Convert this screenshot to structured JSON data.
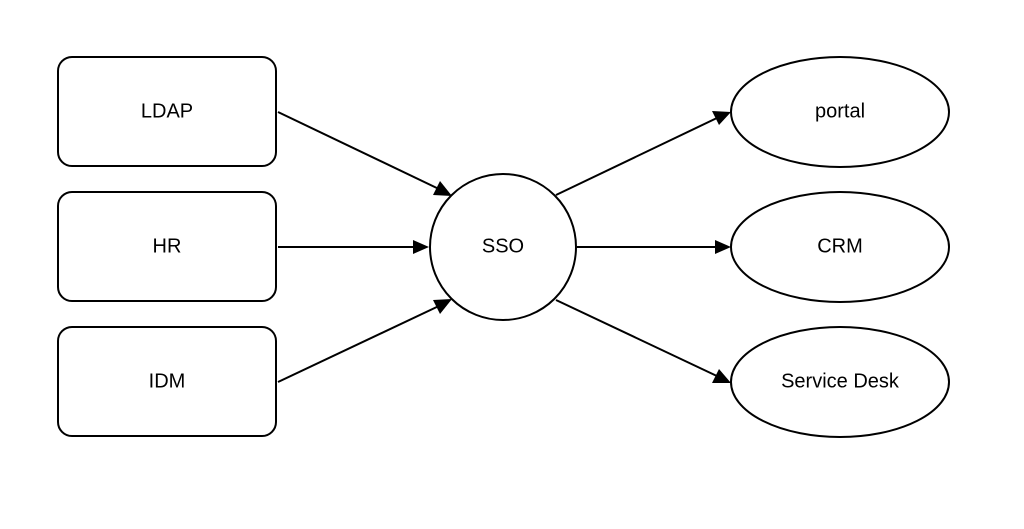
{
  "diagram": {
    "sources": [
      {
        "id": "ldap",
        "label": "LDAP"
      },
      {
        "id": "hr",
        "label": "HR"
      },
      {
        "id": "idm",
        "label": "IDM"
      }
    ],
    "hub": {
      "id": "sso",
      "label": "SSO"
    },
    "targets": [
      {
        "id": "portal",
        "label": "portal"
      },
      {
        "id": "crm",
        "label": "CRM"
      },
      {
        "id": "service-desk",
        "label": "Service Desk"
      }
    ],
    "edges": [
      {
        "from": "ldap",
        "to": "sso"
      },
      {
        "from": "hr",
        "to": "sso"
      },
      {
        "from": "idm",
        "to": "sso"
      },
      {
        "from": "sso",
        "to": "portal"
      },
      {
        "from": "sso",
        "to": "crm"
      },
      {
        "from": "sso",
        "to": "service-desk"
      }
    ]
  }
}
